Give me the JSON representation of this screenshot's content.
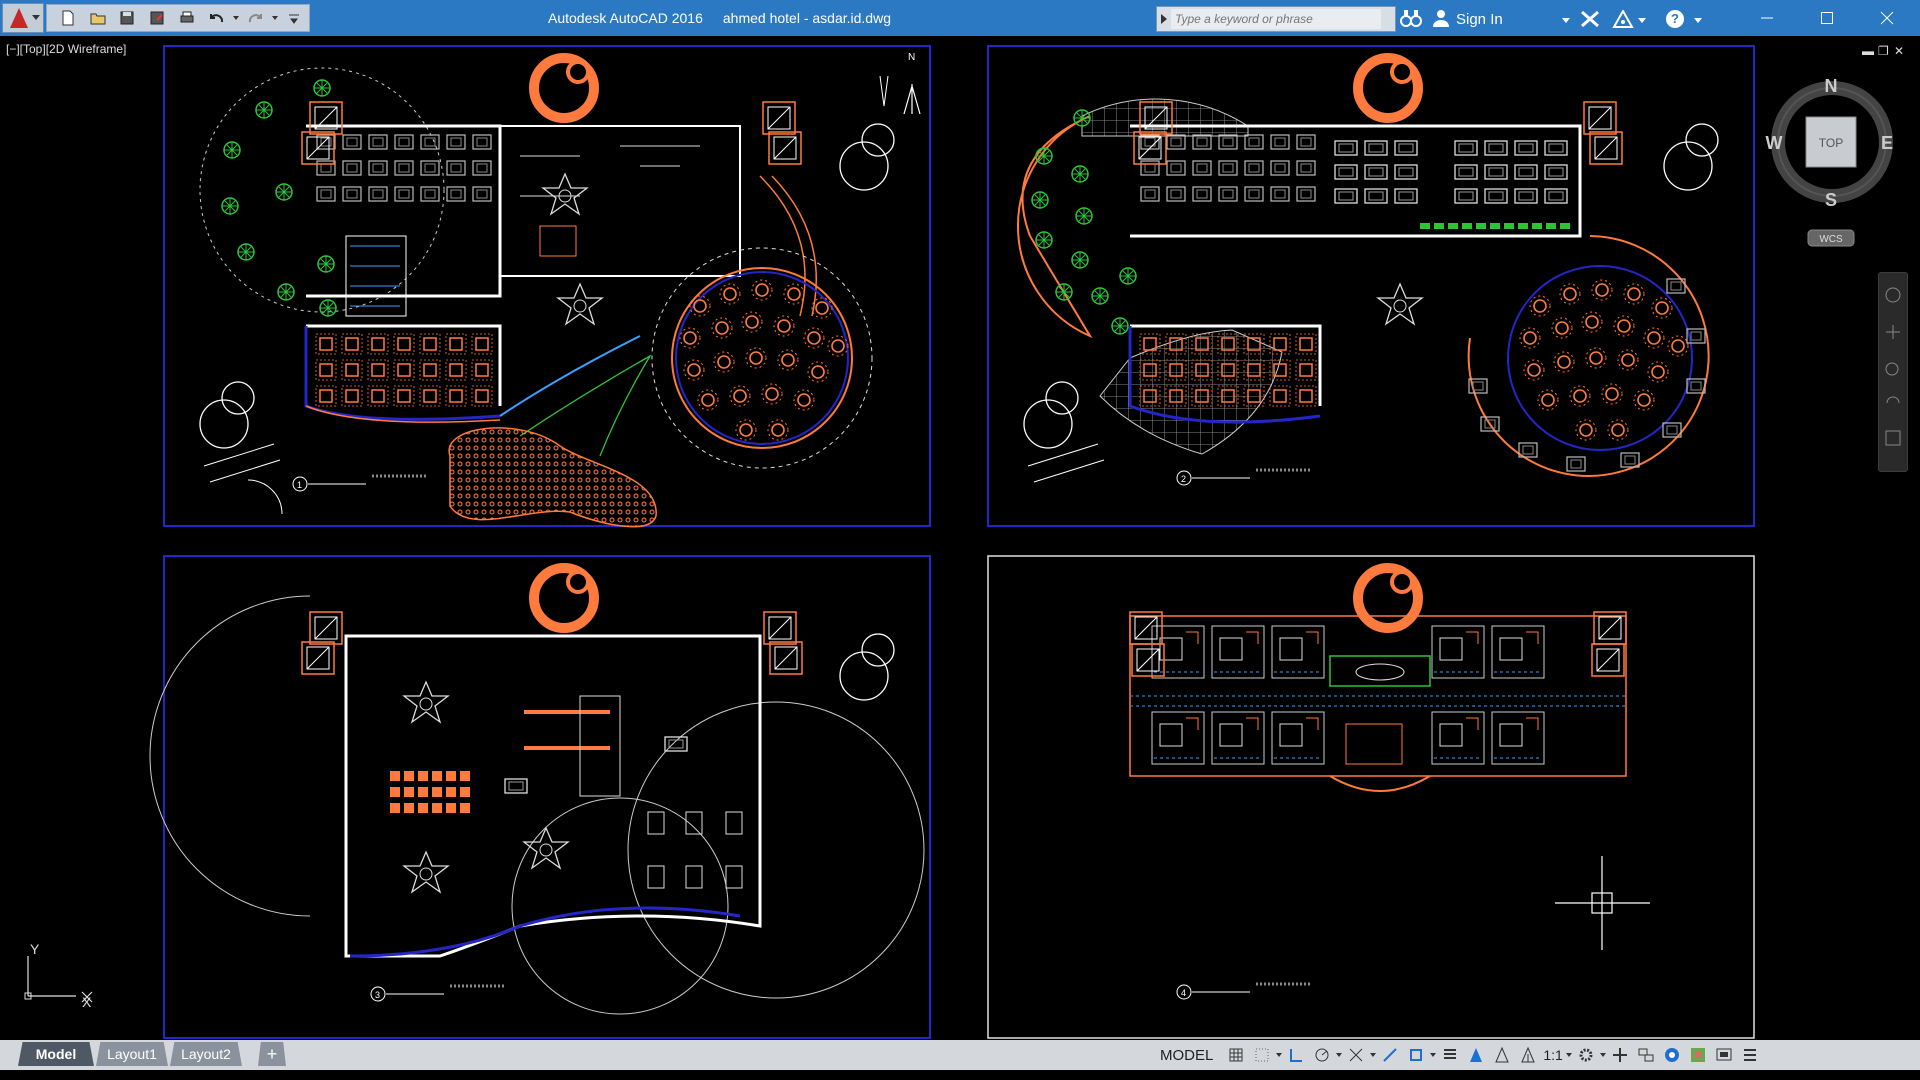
{
  "window": {
    "app_title": "Autodesk AutoCAD 2016",
    "file_title": "ahmed hotel - asdar.id.dwg"
  },
  "search": {
    "placeholder": "Type a keyword or phrase"
  },
  "account": {
    "signin_label": "Sign In"
  },
  "viewport": {
    "label": "[−][Top][2D Wireframe]"
  },
  "viewcube": {
    "top_label": "TOP",
    "north": "N",
    "south": "S",
    "east": "E",
    "west": "W",
    "wcs_label": "WCS"
  },
  "plans": [
    {
      "number": "1",
      "north_label": "N"
    },
    {
      "number": "2"
    },
    {
      "number": "3"
    },
    {
      "number": "4"
    }
  ],
  "ucs": {
    "x_label": "X",
    "y_label": "Y"
  },
  "layout_tabs": {
    "model": "Model",
    "layout1": "Layout1",
    "layout2": "Layout2",
    "add": "+"
  },
  "status": {
    "model_label": "MODEL",
    "scale_label": "1:1"
  },
  "colors": {
    "title_bar": "#2b79c2",
    "frame_blue": "#2020c0",
    "frame_white": "#e0e0e0",
    "wall_white": "#ffffff",
    "furniture_orange": "#ff7a3d",
    "tree_green": "#2ec43a",
    "door_blue": "#3aa0ff",
    "window_red": "#ff3030"
  }
}
